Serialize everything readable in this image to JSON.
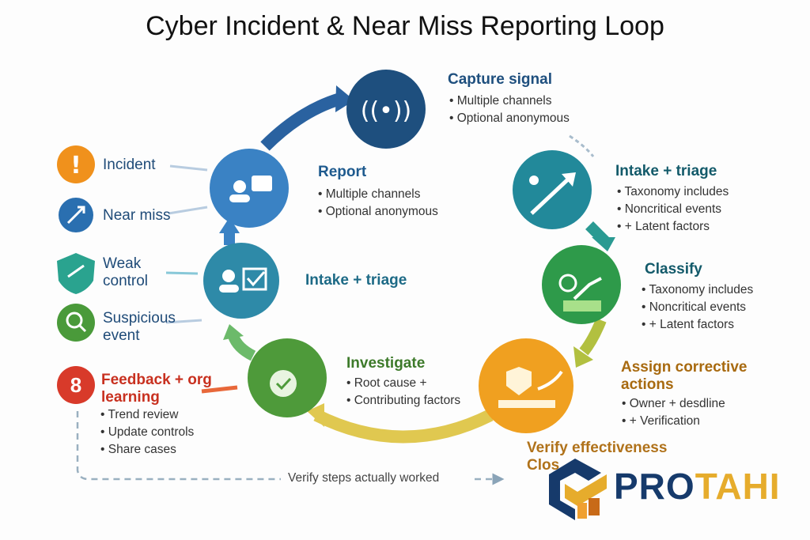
{
  "title": "Cyber Incident & Near Miss Reporting Loop",
  "inputs": [
    {
      "label": "Incident",
      "icon": "exclamation-icon",
      "color": "#f0911c"
    },
    {
      "label": "Near miss",
      "icon": "near-miss-icon",
      "color": "#2a6fb0"
    },
    {
      "label": "Weak control",
      "icon": "shield-icon",
      "color": "#2aa38f"
    },
    {
      "label": "Suspicious event",
      "icon": "magnifier-icon",
      "color": "#4a9a3a"
    }
  ],
  "feedback": {
    "number": "8",
    "title": "Feedback + org learning",
    "bullets": [
      "Trend review",
      "Update controls",
      "Share cases"
    ],
    "color": "#d83a2a"
  },
  "steps": {
    "capture": {
      "title": "Capture signal",
      "bullets": [
        "Multiple channels",
        "Optional anonymous"
      ],
      "color": "#1e4f7e"
    },
    "report": {
      "title": "Report",
      "bullets": [
        "Multiple channels",
        "Optional anonymous"
      ],
      "color": "#3a82c4"
    },
    "intake_left": {
      "title": "Intake + triage",
      "color": "#2e8aa8"
    },
    "intake_right": {
      "title": "Intake + triage",
      "bullets": [
        "Taxonomy includes",
        "Noncritical events",
        "+ Latent factors"
      ],
      "color": "#22899a"
    },
    "classify": {
      "title": "Classify",
      "bullets": [
        "Taxonomy includes",
        "Noncritical events",
        "+ Latent factors"
      ],
      "color": "#2e9a4a"
    },
    "investigate": {
      "title": "Investigate",
      "bullets": [
        "Root cause +",
        "Contributing factors"
      ],
      "color": "#4e9a3a"
    },
    "assign": {
      "title": "Assign corrective actions",
      "bullets": [
        "Owner + desdline",
        "+ Verification"
      ],
      "color": "#f0a020"
    },
    "verify": {
      "title": "Verify effectiveness",
      "title2": "Clos"
    }
  },
  "verify_note": "Verify steps actually worked",
  "logo": {
    "text_a": "PRO",
    "text_b": "TAHI",
    "color_a": "#163a6b",
    "color_b": "#e6ac2c"
  }
}
